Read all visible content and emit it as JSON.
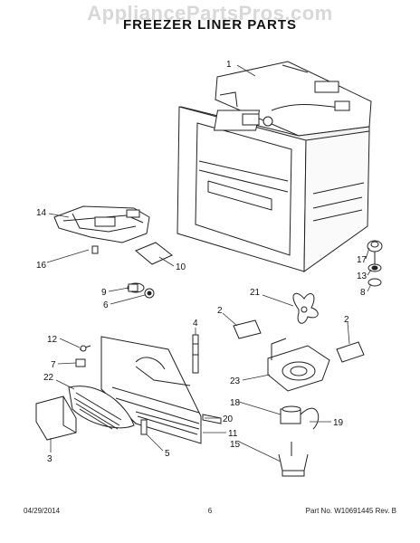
{
  "watermark": "AppliancePartsPros.com",
  "title": "FREEZER LINER PARTS",
  "callouts": {
    "c1": "1",
    "c14": "14",
    "c16": "16",
    "c10": "10",
    "c9": "9",
    "c6": "6",
    "c17": "17",
    "c13": "13",
    "c8": "8",
    "c21": "21",
    "c2a": "2",
    "c2b": "2",
    "c4": "4",
    "c12": "12",
    "c7": "7",
    "c22": "22",
    "c3": "3",
    "c23": "23",
    "c18": "18",
    "c19": "19",
    "c15": "15",
    "c20": "20",
    "c11": "11",
    "c5": "5"
  },
  "footer": {
    "date": "04/29/2014",
    "page": "6",
    "part_info": "Part No. W10691445  Rev. B"
  }
}
